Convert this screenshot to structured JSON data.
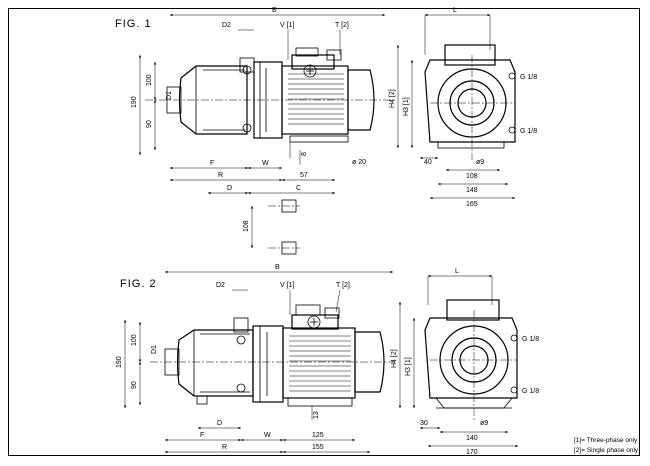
{
  "fig1": {
    "title": "FIG. 1",
    "labels": {
      "b": "B",
      "d2": "D2",
      "v": "V [1]",
      "t": "T [2]",
      "d1": "D1",
      "dim190": "190",
      "dim100": "100",
      "dim90": "90",
      "f": "F",
      "w": "W",
      "r": "R",
      "d": "D",
      "c": "C",
      "dim57": "57",
      "dim8": "8",
      "phi20": "ø 20",
      "dim108v": "108"
    },
    "side": {
      "l": "L",
      "h4": "H4 [2]",
      "h3": "H3 [1]",
      "g_top": "G 1/8",
      "g_bot": "G 1/8",
      "dim40": "40",
      "phi9": "ø9",
      "dim108": "108",
      "dim148": "148",
      "dim165": "165"
    }
  },
  "fig2": {
    "title": "FIG. 2",
    "labels": {
      "b": "B",
      "d2": "D2",
      "v": "V [1]",
      "t": "T [2]",
      "d1": "D1",
      "dim190": "190",
      "dim100": "100",
      "dim90": "90",
      "d": "D",
      "f": "F",
      "w": "W",
      "r": "R",
      "dim13": "13",
      "dim125": "125",
      "dim155": "155"
    },
    "side": {
      "l": "L",
      "h4": "H4 [2]",
      "h3": "H3 [1]",
      "g_top": "G 1/8",
      "g_bot": "G 1/8",
      "dim30": "30",
      "phi9": "ø9",
      "dim140": "140",
      "dim170": "170"
    }
  },
  "notes": {
    "three_phase": "[1]= Three-phase only",
    "single_phase": "[2]= Single phase only"
  }
}
